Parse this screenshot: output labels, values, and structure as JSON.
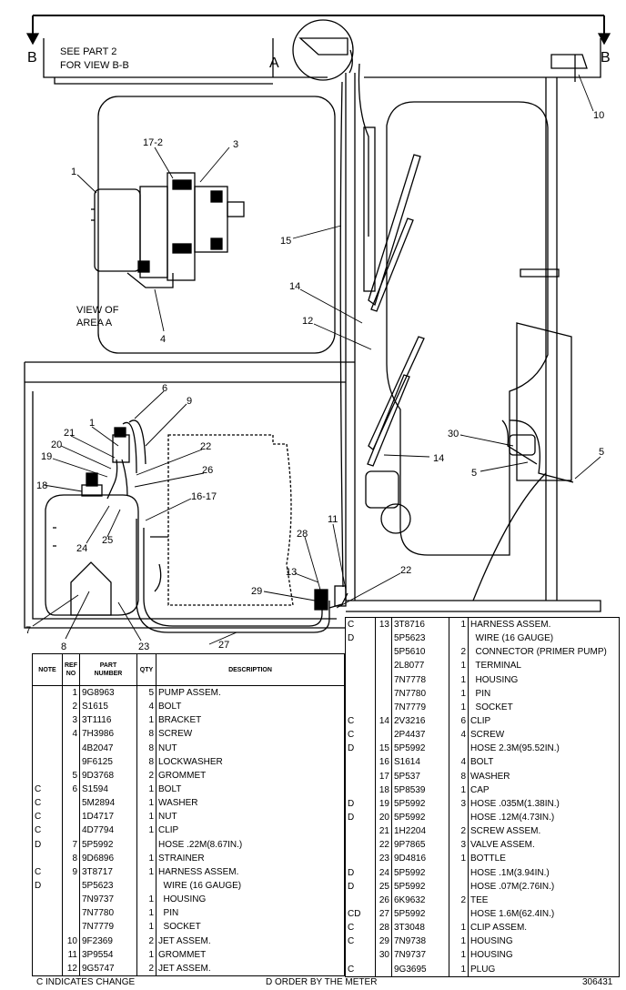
{
  "header": {
    "section_marker_left": "B",
    "section_marker_right": "B",
    "see_part_note": "SEE PART 2\nFOR VIEW B-B",
    "detail_circle_label": "A"
  },
  "callouts": {
    "c1": "1",
    "c17_2": "17-2",
    "c3": "3",
    "c4": "4",
    "view_of_area": "VIEW OF\nAREA A",
    "c10": "10",
    "c15": "15",
    "c14a": "14",
    "c12": "12",
    "c14b": "14",
    "c30": "30",
    "c5a": "5",
    "c5b": "5",
    "c6": "6",
    "c9": "9",
    "c1b": "1",
    "c21": "21",
    "c20": "20",
    "c19": "19",
    "c18": "18",
    "c22a": "22",
    "c26": "26",
    "c16_17": "16-17",
    "c24": "24",
    "c25": "25",
    "c28": "28",
    "c11": "11",
    "c13": "13",
    "c29": "29",
    "c22b": "22",
    "c7": "7",
    "c8": "8",
    "c23": "23",
    "c27": "27"
  },
  "parts_table_left": {
    "headers": [
      "NOTE",
      "REF\nNO",
      "PART\nNUMBER",
      "QTY",
      "DESCRIPTION"
    ],
    "rows": [
      [
        "",
        "1",
        "9G8963",
        "5",
        "PUMP ASSEM."
      ],
      [
        "",
        "2",
        "S1615",
        "4",
        "BOLT"
      ],
      [
        "",
        "3",
        "3T1116",
        "1",
        "BRACKET"
      ],
      [
        "",
        "4",
        "7H3986",
        "8",
        "SCREW"
      ],
      [
        "",
        "",
        "4B2047",
        "8",
        "NUT"
      ],
      [
        "",
        "",
        "9F6125",
        "8",
        "LOCKWASHER"
      ],
      [
        "",
        "5",
        "9D3768",
        "2",
        "GROMMET"
      ],
      [
        "C",
        "6",
        "S1594",
        "1",
        "BOLT"
      ],
      [
        "C",
        "",
        "5M2894",
        "1",
        "WASHER"
      ],
      [
        "C",
        "",
        "1D4717",
        "1",
        "NUT"
      ],
      [
        "C",
        "",
        "4D7794",
        "1",
        "CLIP"
      ],
      [
        "D",
        "7",
        "5P5992",
        "",
        "HOSE .22M(8.67IN.)"
      ],
      [
        "",
        "8",
        "9D6896",
        "1",
        "STRAINER"
      ],
      [
        "C",
        "9",
        "3T8717",
        "1",
        "HARNESS ASSEM."
      ],
      [
        "D",
        "",
        "5P5623",
        "",
        "  WIRE (16 GAUGE)"
      ],
      [
        "",
        "",
        "7N9737",
        "1",
        "  HOUSING"
      ],
      [
        "",
        "",
        "7N7780",
        "1",
        "  PIN"
      ],
      [
        "",
        "",
        "7N7779",
        "1",
        "  SOCKET"
      ],
      [
        "",
        "10",
        "9F2369",
        "2",
        "JET ASSEM."
      ],
      [
        "",
        "11",
        "3P9554",
        "1",
        "GROMMET"
      ],
      [
        "",
        "12",
        "9G5747",
        "2",
        "JET ASSEM."
      ]
    ]
  },
  "parts_table_right": {
    "rows": [
      [
        "C",
        "13",
        "3T8716",
        "1",
        "HARNESS ASSEM."
      ],
      [
        "D",
        "",
        "5P5623",
        "",
        "  WIRE (16 GAUGE)"
      ],
      [
        "",
        "",
        "5P5610",
        "2",
        "  CONNECTOR (PRIMER PUMP)"
      ],
      [
        "",
        "",
        "2L8077",
        "1",
        "  TERMINAL"
      ],
      [
        "",
        "",
        "7N7778",
        "1",
        "  HOUSING"
      ],
      [
        "",
        "",
        "7N7780",
        "1",
        "  PIN"
      ],
      [
        "",
        "",
        "7N7779",
        "1",
        "  SOCKET"
      ],
      [
        "C",
        "14",
        "2V3216",
        "6",
        "CLIP"
      ],
      [
        "C",
        "",
        "2P4437",
        "4",
        "SCREW"
      ],
      [
        "D",
        "15",
        "5P5992",
        "",
        "HOSE 2.3M(95.52IN.)"
      ],
      [
        "",
        "16",
        "S1614",
        "4",
        "BOLT"
      ],
      [
        "",
        "17",
        "5P537",
        "8",
        "WASHER"
      ],
      [
        "",
        "18",
        "5P8539",
        "1",
        "CAP"
      ],
      [
        "D",
        "19",
        "5P5992",
        "3",
        "HOSE .035M(1.38IN.)"
      ],
      [
        "D",
        "20",
        "5P5992",
        "",
        "HOSE .12M(4.73IN.)"
      ],
      [
        "",
        "21",
        "1H2204",
        "2",
        "SCREW ASSEM."
      ],
      [
        "",
        "22",
        "9P7865",
        "3",
        "VALVE ASSEM."
      ],
      [
        "",
        "23",
        "9D4816",
        "1",
        "BOTTLE"
      ],
      [
        "D",
        "24",
        "5P5992",
        "",
        "HOSE .1M(3.94IN.)"
      ],
      [
        "D",
        "25",
        "5P5992",
        "",
        "HOSE .07M(2.76IN.)"
      ],
      [
        "",
        "26",
        "6K9632",
        "2",
        "TEE"
      ],
      [
        "CD",
        "27",
        "5P5992",
        "",
        "HOSE 1.6M(62.4IN.)"
      ],
      [
        "C",
        "28",
        "3T3048",
        "1",
        "CLIP ASSEM."
      ],
      [
        "C",
        "29",
        "7N9738",
        "1",
        "HOUSING"
      ],
      [
        "",
        "30",
        "7N9737",
        "1",
        "HOUSING"
      ],
      [
        "C",
        "",
        "9G3695",
        "1",
        "PLUG"
      ]
    ]
  },
  "footer": {
    "note_c": "C    INDICATES CHANGE",
    "note_d": "D    ORDER BY THE METER",
    "figure_number": "306431"
  }
}
